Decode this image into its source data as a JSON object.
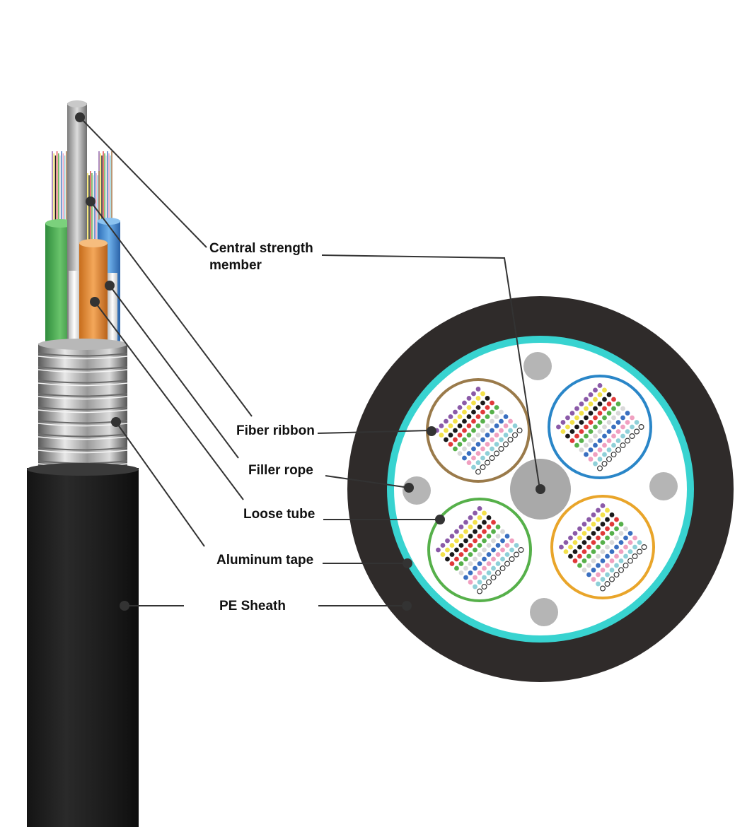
{
  "labels": {
    "central_strength_member": "Central strength\nmember",
    "fiber_ribbon": "Fiber ribbon",
    "filler_rope": "Filler rope",
    "loose_tube": "Loose tube",
    "aluminum_tape": "Aluminum tape",
    "pe_sheath": "PE Sheath"
  },
  "colors": {
    "sheath": "#2f2b2a",
    "water_blocking_ring": "#38d3d0",
    "filler_rope": "#b5b5b5",
    "central_member": "#a9a9a9",
    "tube_brown": "#9a7a4a",
    "tube_blue": "#2a86c8",
    "tube_green": "#56b04a",
    "tube_orange": "#e9a52a",
    "leader_line": "#333333"
  },
  "fiber_colors": [
    "#8b5aa8",
    "#f2e14a",
    "#1a1a1a",
    "#e03a3a",
    "#56b04a",
    "#d9d9d9",
    "#3a6fc0",
    "#f0a0c0",
    "#8fd0d8",
    "#9a6a3a"
  ]
}
